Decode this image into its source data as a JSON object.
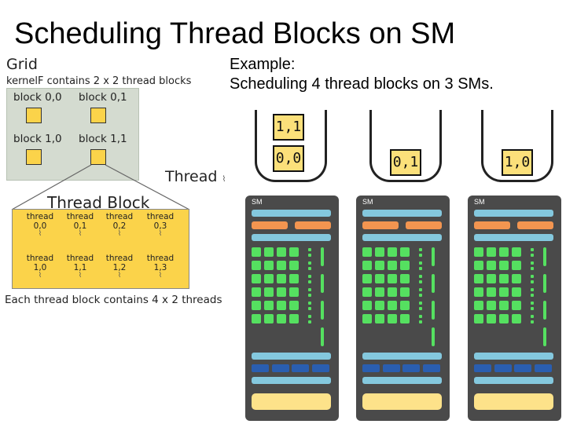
{
  "title": "Scheduling Thread Blocks on SM",
  "example": {
    "line1": "Example:",
    "line2": "Scheduling 4 thread blocks on 3 SMs."
  },
  "grid": {
    "label": "Grid",
    "description": "kernelF contains 2 x 2 thread blocks",
    "blocks": [
      "block 0,0",
      "block 0,1",
      "block 1,0",
      "block 1,1"
    ]
  },
  "thread_block": {
    "title": "Thread Block",
    "threads": [
      {
        "label": "thread",
        "index": "0,0"
      },
      {
        "label": "thread",
        "index": "0,1"
      },
      {
        "label": "thread",
        "index": "0,2"
      },
      {
        "label": "thread",
        "index": "0,3"
      },
      {
        "label": "thread",
        "index": "1,0"
      },
      {
        "label": "thread",
        "index": "1,1"
      },
      {
        "label": "thread",
        "index": "1,2"
      },
      {
        "label": "thread",
        "index": "1,3"
      }
    ],
    "caption": "Each thread block contains 4 x 2 threads"
  },
  "thread_label": "Thread",
  "sms": [
    {
      "label": "SM",
      "queue": [
        "1,1",
        "0,0"
      ]
    },
    {
      "label": "SM",
      "queue": [
        "0,1"
      ]
    },
    {
      "label": "SM",
      "queue": [
        "1,0"
      ]
    }
  ],
  "colors": {
    "block_yellow": "#fbd34a",
    "sm_body": "#4a4a4a",
    "cache_blue": "#84c8de",
    "scheduler_orange": "#f39550",
    "core_green": "#55e060",
    "ldst_navy": "#2a5eb0",
    "memory_yellow": "#fde28a"
  }
}
